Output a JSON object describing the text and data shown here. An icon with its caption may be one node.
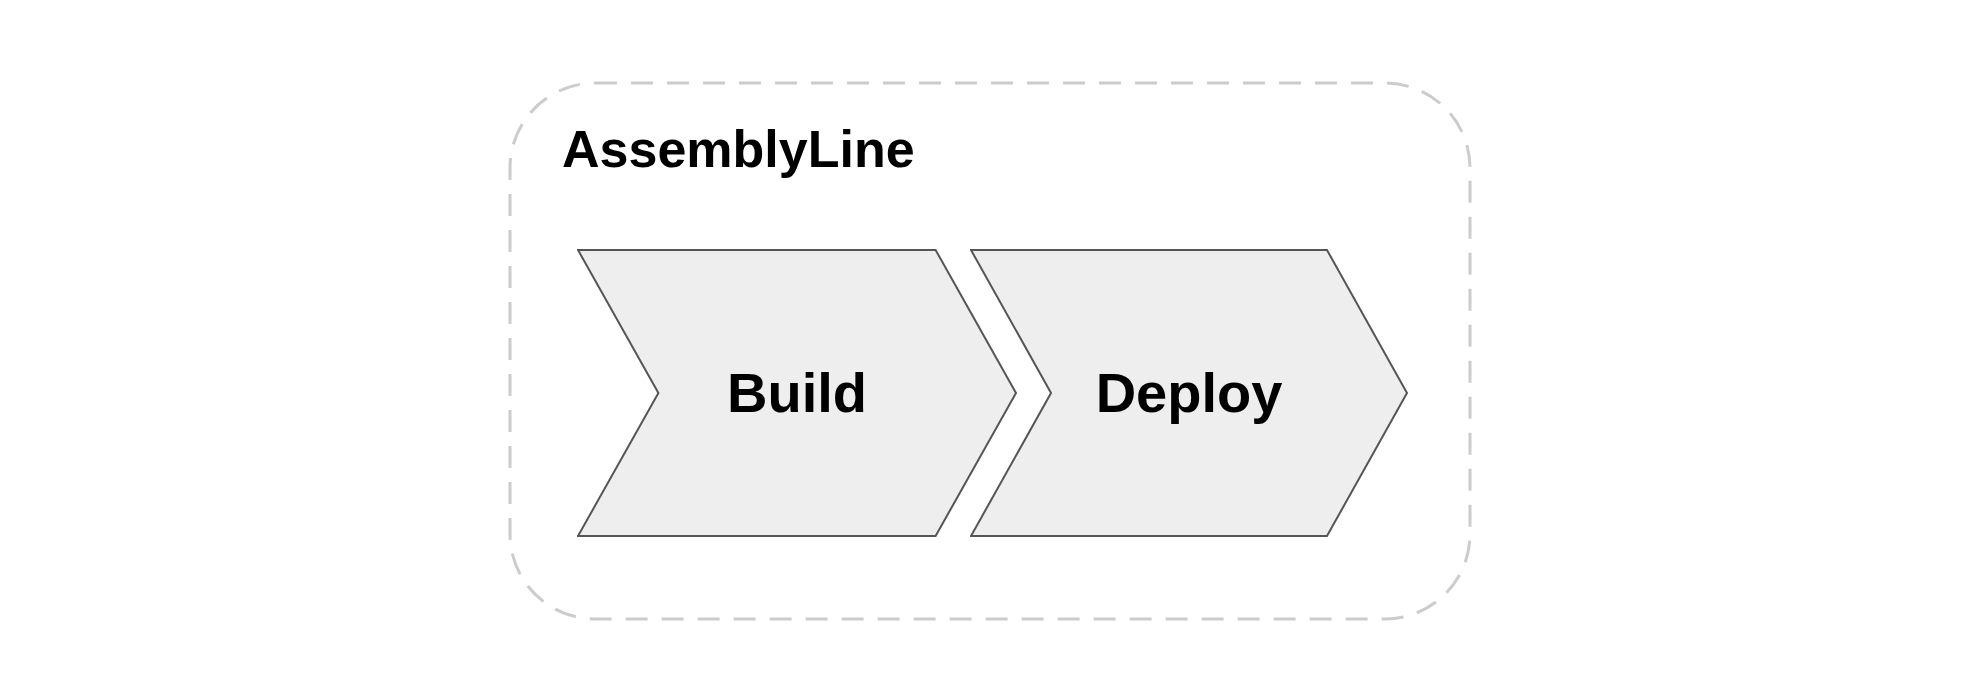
{
  "diagram": {
    "nodes": [
      {
        "text": [
          "AssemblyLine"
        ]
      },
      {
        "text": [
          "Build"
        ],
        "in": 0
      },
      {
        "text": [
          "Deploy"
        ],
        "in": 0
      }
    ]
  }
}
